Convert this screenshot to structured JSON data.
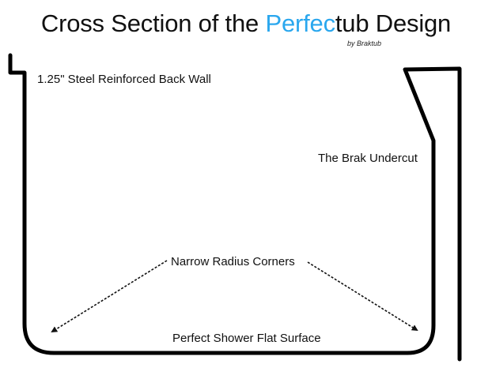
{
  "title": {
    "prefix": "Cross Section of the ",
    "brand_part1": "Perfec",
    "brand_part2": "tub",
    "suffix": " Design",
    "byline": "by Braktub",
    "brand_color": "#2aa7ee"
  },
  "labels": {
    "back_wall": "1.25\" Steel Reinforced Back Wall",
    "undercut": "The Brak Undercut",
    "corners": "Narrow  Radius Corners",
    "surface": "Perfect Shower Flat Surface"
  }
}
